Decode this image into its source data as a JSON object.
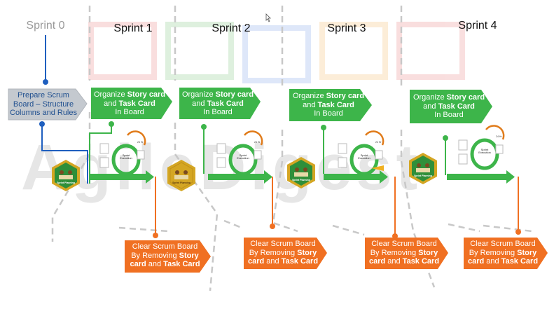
{
  "sprints": [
    {
      "title": "Sprint 0"
    },
    {
      "title": "Sprint 1"
    },
    {
      "title": "Sprint 2"
    },
    {
      "title": "Sprint 3"
    },
    {
      "title": "Sprint 4"
    }
  ],
  "prepare": {
    "line1": "Prepare Scrum",
    "line2": "Board – Structure",
    "line3": "Columns and Rules"
  },
  "organize": {
    "prefix": "Organize ",
    "bold1": "Story card",
    "and": "and ",
    "bold2": "Task Card",
    "suffix": "In Board"
  },
  "clear": {
    "line1": "Clear Scrum Board",
    "line2a": "By Removing ",
    "bold1": "Story",
    "bold2": "card",
    "and": " and ",
    "bold3": "Task Card"
  },
  "badge_text": "Sprint Planning",
  "execution_text": "Sprint Execution",
  "timebox": "24 Hr",
  "watermark": "AgileDigest",
  "colors": {
    "green": "#3db54a",
    "green_dark": "#2e9a3c",
    "orange": "#f07022",
    "blue": "#1f5fbf",
    "grey_box": "#c4c9cf",
    "hex_gold": "#d4a623",
    "hex_green": "#2f8f3a"
  }
}
